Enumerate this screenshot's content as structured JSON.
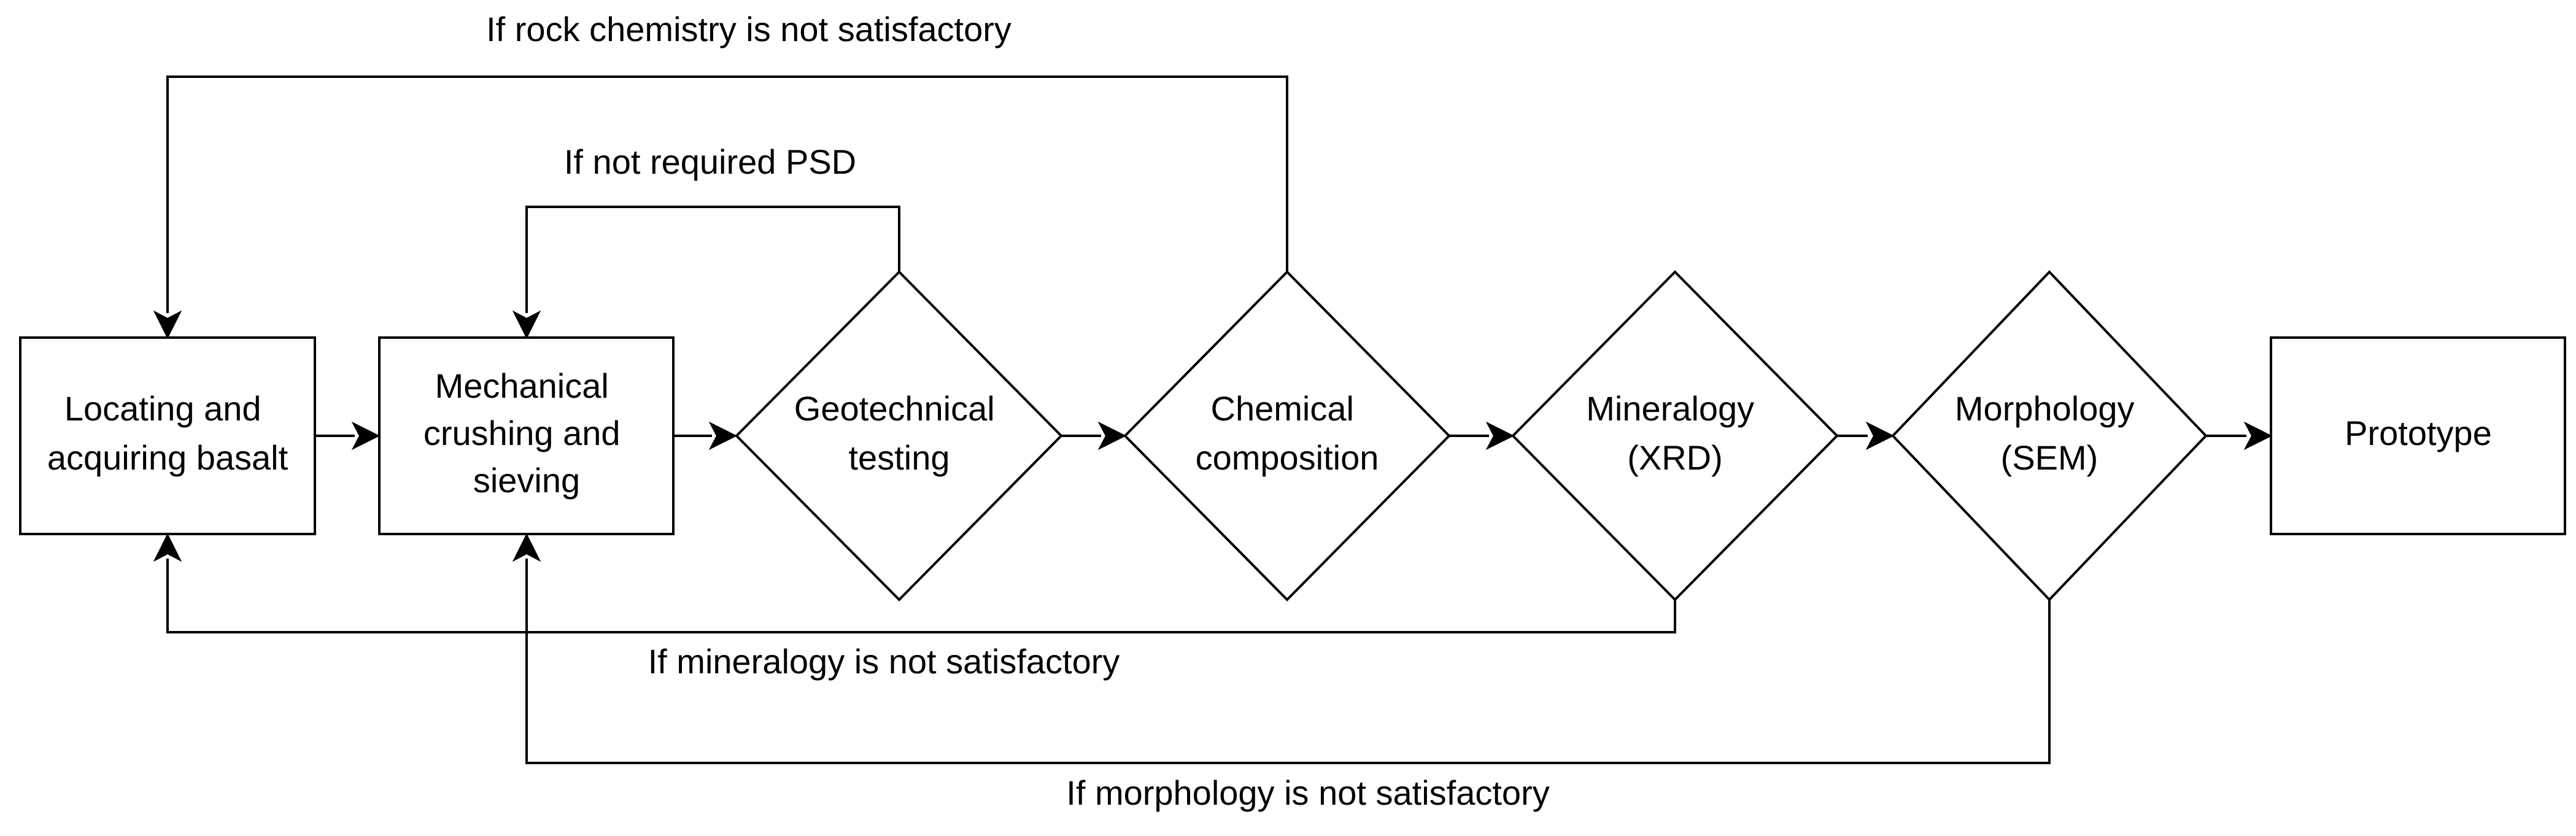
{
  "nodes": {
    "locate": {
      "shape": "rectangle",
      "lines": [
        "Locating and",
        "acquiring basalt"
      ]
    },
    "crush": {
      "shape": "rectangle",
      "lines": [
        "Mechanical",
        "crushing and",
        "sieving"
      ]
    },
    "geo": {
      "shape": "diamond",
      "lines": [
        "Geotechnical",
        "testing"
      ]
    },
    "chem": {
      "shape": "diamond",
      "lines": [
        "Chemical",
        "composition"
      ]
    },
    "mineral": {
      "shape": "diamond",
      "lines": [
        "Mineralogy",
        "(XRD)"
      ]
    },
    "morph": {
      "shape": "diamond",
      "lines": [
        "Morphology",
        "(SEM)"
      ]
    },
    "proto": {
      "shape": "rectangle",
      "lines": [
        "Prototype"
      ]
    }
  },
  "edges": {
    "e1": {
      "from": "locate",
      "to": "crush",
      "label": ""
    },
    "e2": {
      "from": "crush",
      "to": "geo",
      "label": ""
    },
    "e3": {
      "from": "geo",
      "to": "chem",
      "label": ""
    },
    "e4": {
      "from": "chem",
      "to": "mineral",
      "label": ""
    },
    "e5": {
      "from": "mineral",
      "to": "morph",
      "label": ""
    },
    "e6": {
      "from": "morph",
      "to": "proto",
      "label": ""
    },
    "f1": {
      "from": "chem",
      "to": "locate",
      "label": "If rock chemistry is not satisfactory"
    },
    "f2": {
      "from": "geo",
      "to": "crush",
      "label": "If not required PSD"
    },
    "f3": {
      "from": "mineral",
      "to": "locate",
      "label": "If mineralogy is not satisfactory"
    },
    "f4": {
      "from": "morph",
      "to": "crush",
      "label": "If morphology is not satisfactory"
    }
  }
}
